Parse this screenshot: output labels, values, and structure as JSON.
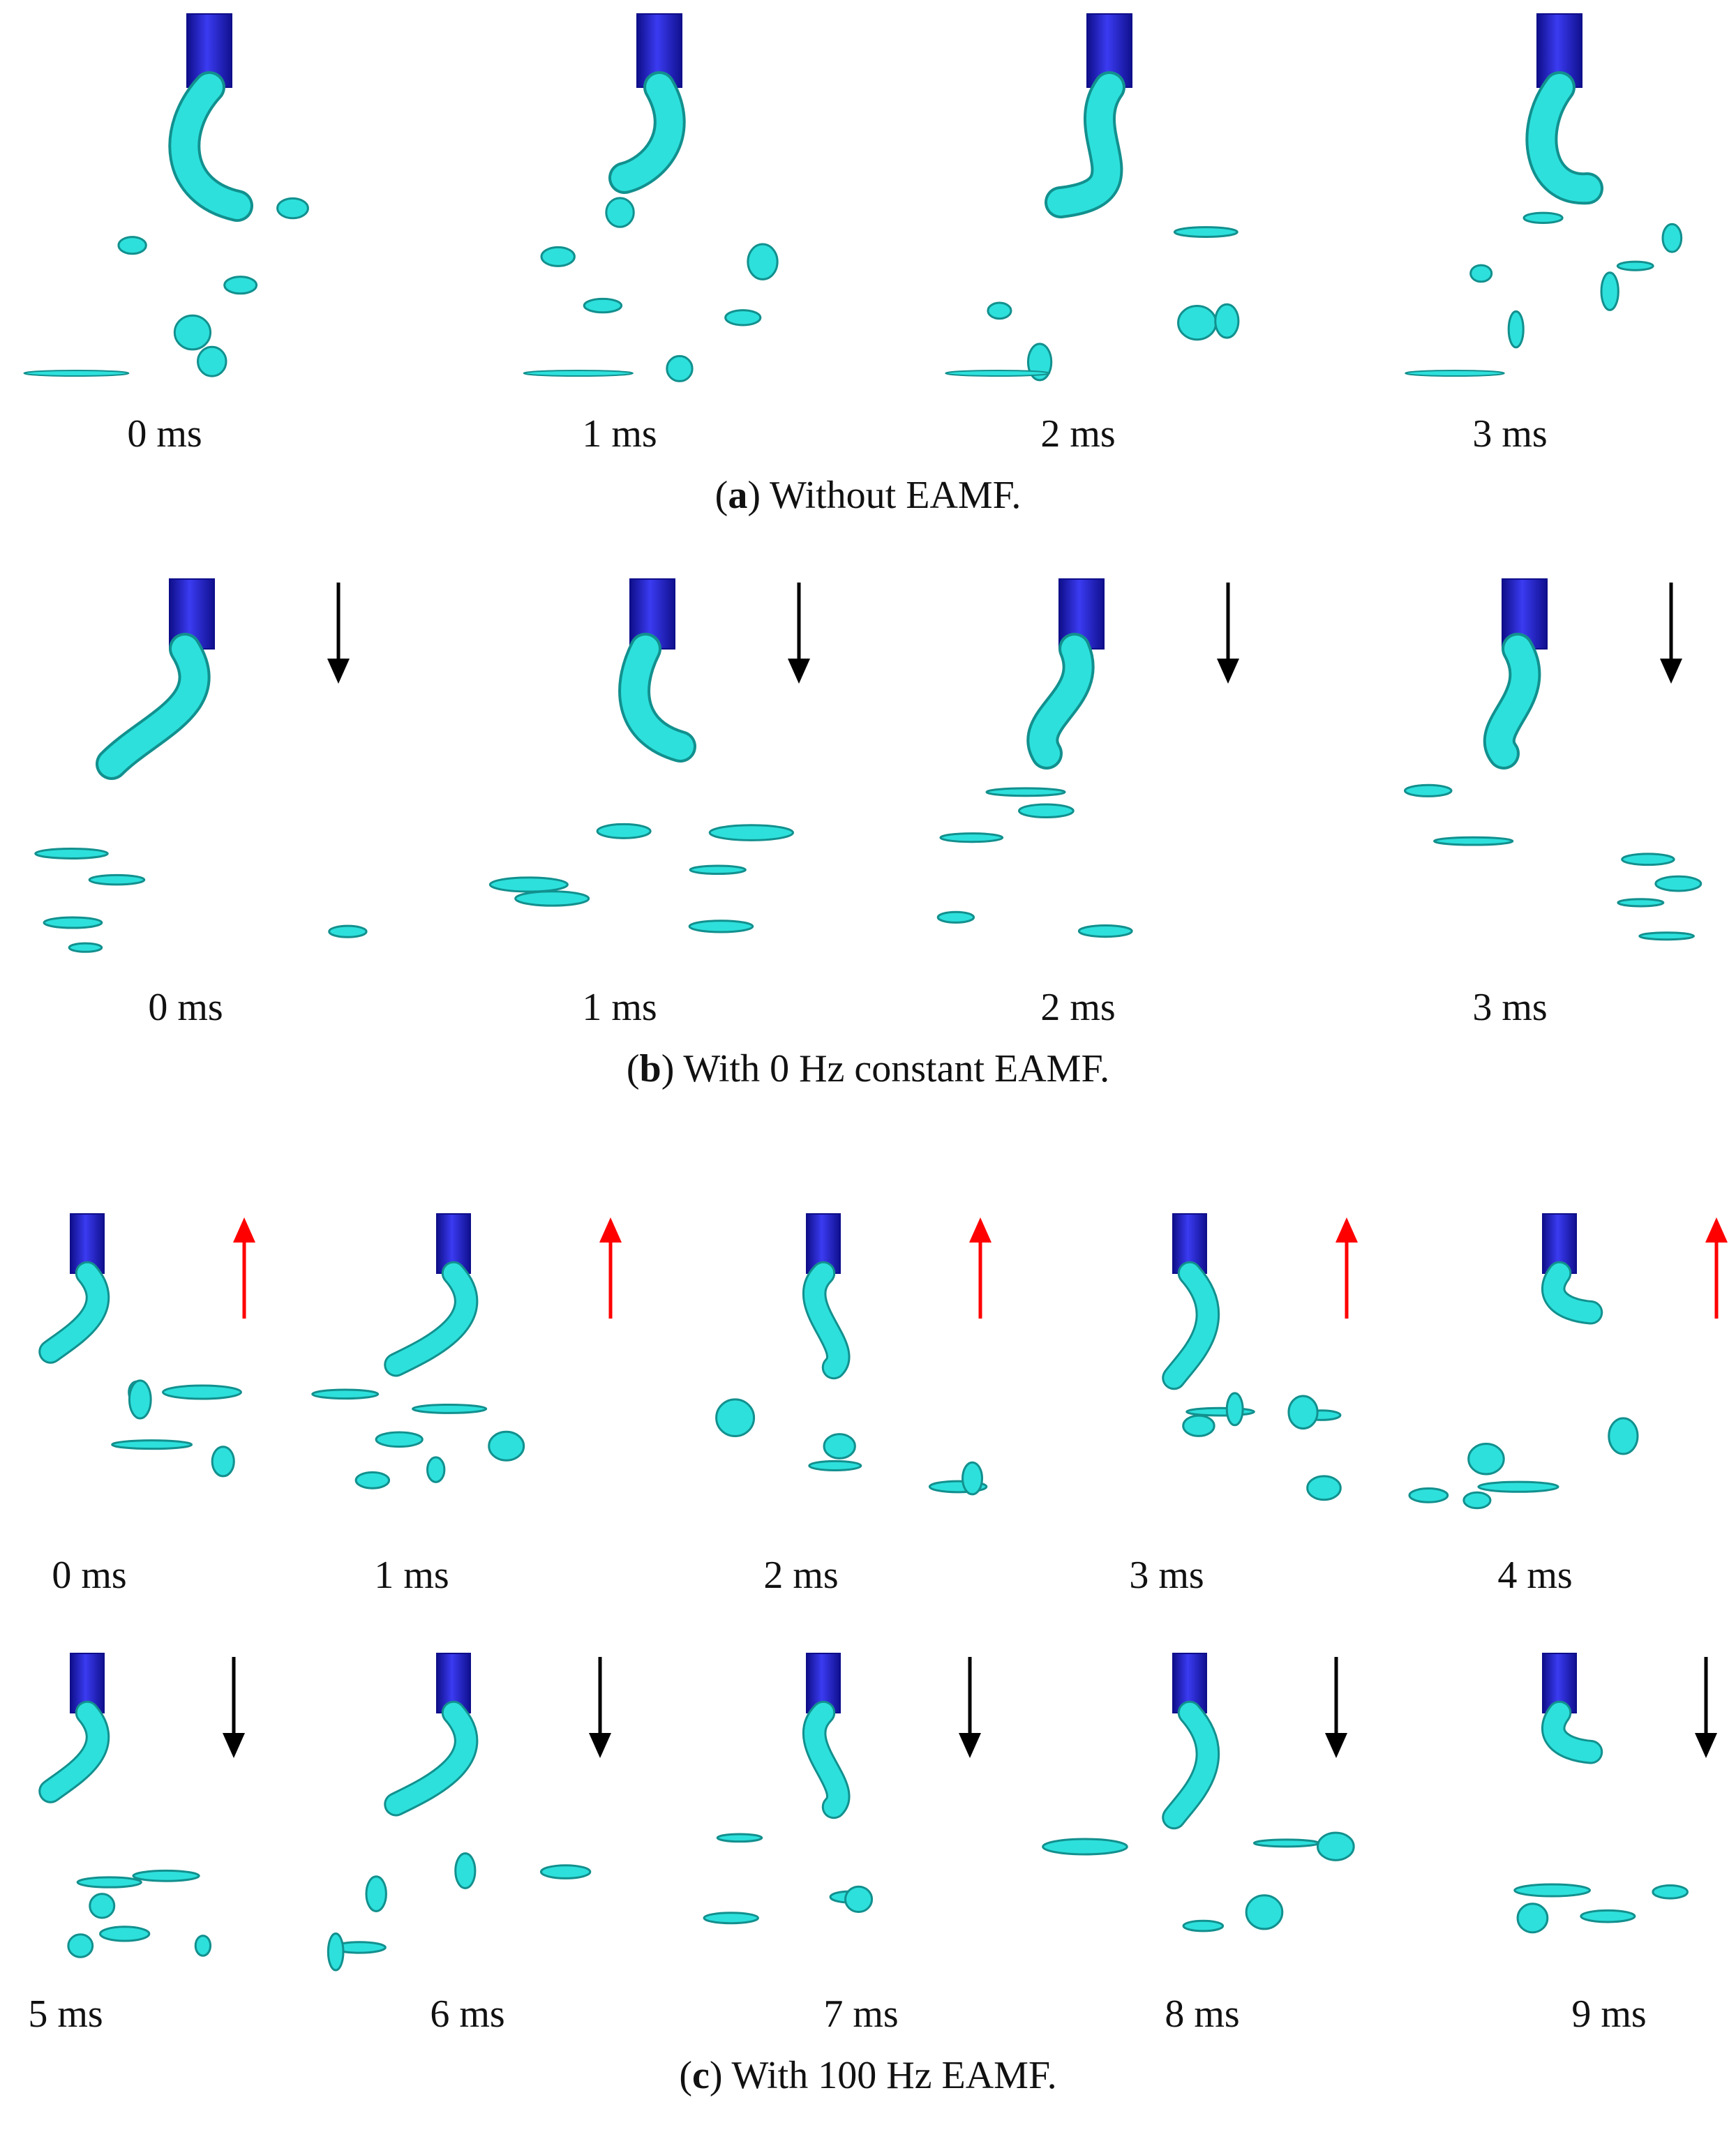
{
  "figure": {
    "panels": [
      {
        "id": "a",
        "caption_letter": "a",
        "caption_text": "Without EAMF.",
        "rows": [
          {
            "frames": [
              {
                "label": "0 ms",
                "field": "none"
              },
              {
                "label": "1 ms",
                "field": "none"
              },
              {
                "label": "2 ms",
                "field": "none"
              },
              {
                "label": "3 ms",
                "field": "none"
              }
            ]
          }
        ]
      },
      {
        "id": "b",
        "caption_letter": "b",
        "caption_text": "With 0 Hz constant EAMF.",
        "rows": [
          {
            "frames": [
              {
                "label": "0 ms",
                "field": "down"
              },
              {
                "label": "1 ms",
                "field": "down"
              },
              {
                "label": "2 ms",
                "field": "down"
              },
              {
                "label": "3 ms",
                "field": "down"
              }
            ]
          }
        ]
      },
      {
        "id": "c",
        "caption_letter": "c",
        "caption_text": "With 100 Hz EAMF.",
        "rows": [
          {
            "frames": [
              {
                "label": "0 ms",
                "field": "up"
              },
              {
                "label": "1 ms",
                "field": "up"
              },
              {
                "label": "2 ms",
                "field": "up"
              },
              {
                "label": "3 ms",
                "field": "up"
              },
              {
                "label": "4 ms",
                "field": "up"
              }
            ]
          },
          {
            "frames": [
              {
                "label": "5 ms",
                "field": "down"
              },
              {
                "label": "6 ms",
                "field": "down"
              },
              {
                "label": "7 ms",
                "field": "down"
              },
              {
                "label": "8 ms",
                "field": "down"
              },
              {
                "label": "9 ms",
                "field": "down"
              }
            ]
          }
        ]
      }
    ],
    "colors": {
      "nozzle": "#2323e0",
      "nozzle_dark": "#0e0e8a",
      "fluid": "#2de0dc",
      "fluid_dark": "#12908e",
      "arrow_up": "#ff0000",
      "arrow_down": "#000000"
    }
  }
}
